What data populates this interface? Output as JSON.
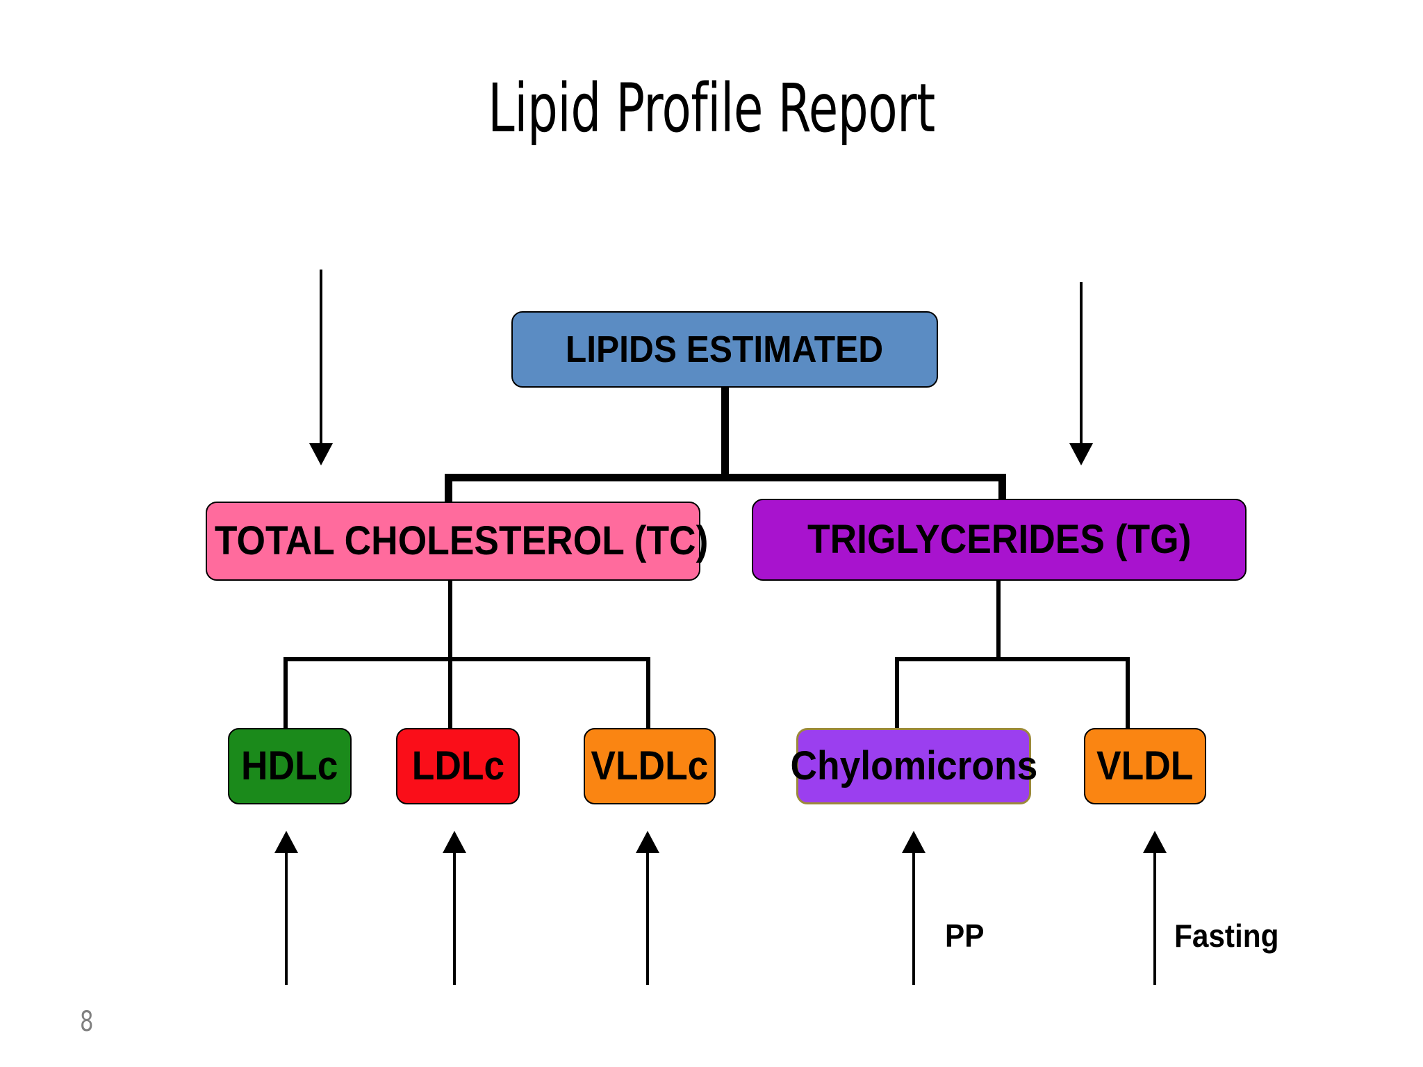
{
  "slide": {
    "title": "Lipid Profile Report",
    "page_number": "8",
    "background_color": "#FFFFFF"
  },
  "diagram": {
    "type": "tree",
    "root": {
      "id": "lipids-estimated",
      "label": "LIPIDS ESTIMATED",
      "fill_color": "#5B8CC3",
      "border_color": "#000000",
      "text_color": "#000000"
    },
    "level2": [
      {
        "id": "total-cholesterol",
        "label": "TOTAL CHOLESTEROL (TC)",
        "fill_color": "#FF6B9D",
        "border_color": "#000000",
        "text_color": "#000000"
      },
      {
        "id": "triglycerides",
        "label": "TRIGLYCERIDES (TG)",
        "fill_color": "#A813CE",
        "border_color": "#000000",
        "text_color": "#000000"
      }
    ],
    "level3": [
      {
        "id": "hdlc",
        "label": "HDLc",
        "parent": "total-cholesterol",
        "fill_color": "#1B8A1B",
        "border_color": "#000000",
        "text_color": "#000000"
      },
      {
        "id": "ldlc",
        "label": "LDLc",
        "parent": "total-cholesterol",
        "fill_color": "#FA0E19",
        "border_color": "#000000",
        "text_color": "#000000"
      },
      {
        "id": "vldlc",
        "label": "VLDLc",
        "parent": "total-cholesterol",
        "fill_color": "#FA8512",
        "border_color": "#000000",
        "text_color": "#000000"
      },
      {
        "id": "chylomicrons",
        "label": "Chylomicrons",
        "parent": "triglycerides",
        "fill_color": "#9B3FEF",
        "border_color": "#9C8A3A",
        "text_color": "#000000"
      },
      {
        "id": "vldl",
        "label": "VLDL",
        "parent": "triglycerides",
        "fill_color": "#FA8512",
        "border_color": "#000000",
        "text_color": "#000000"
      }
    ]
  },
  "annotations": {
    "pp_label": "PP",
    "fasting_label": "Fasting"
  },
  "arrows": {
    "down": [
      {
        "id": "down-left",
        "direction": "down"
      },
      {
        "id": "down-right",
        "direction": "down"
      }
    ],
    "up": [
      {
        "id": "up-hdlc",
        "direction": "up"
      },
      {
        "id": "up-ldlc",
        "direction": "up"
      },
      {
        "id": "up-vldlc",
        "direction": "up"
      },
      {
        "id": "up-pp",
        "direction": "up"
      },
      {
        "id": "up-fasting",
        "direction": "up"
      }
    ]
  }
}
